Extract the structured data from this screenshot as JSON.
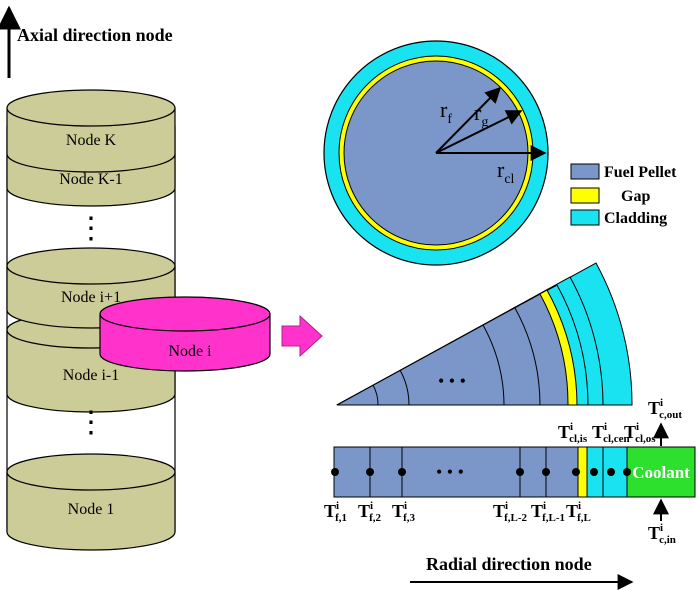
{
  "axial_title": "Axial direction node",
  "radial_title": "Radial direction node",
  "nodes": {
    "k": "Node K",
    "k_minus_1": "Node K-1",
    "i_plus_1": "Node i+1",
    "i": "Node i",
    "i_minus_1": "Node i-1",
    "n1": "Node 1"
  },
  "ellipsis": "⋮",
  "radii": {
    "r_f": "r",
    "r_f_sub": "f",
    "r_g": "r",
    "r_g_sub": "g",
    "r_cl": "r",
    "r_cl_sub": "cl"
  },
  "legend": {
    "fuel": "Fuel Pellet",
    "gap": "Gap",
    "cladding": "Cladding"
  },
  "sector_dots": "• • •",
  "strip_dots": "• • •",
  "coolant": "Coolant",
  "temps": {
    "T": "T",
    "sup": "i",
    "f1": "f,1",
    "f2": "f,2",
    "f3": "f,3",
    "fL2": "f,L-2",
    "fL1": "f,L-1",
    "fL": "f,L",
    "clis": "cl,is",
    "clcen": "cl,cen",
    "clos": "cl,os",
    "cout": "c,out",
    "cin": "c,in"
  },
  "colors": {
    "fuel": "#7b96c9",
    "gap": "#ffff00",
    "cladding": "#19e3f0",
    "coolant": "#2ee02e",
    "node_i": "#ff33cc",
    "node_disc": "#cccc99",
    "arrow": "#ff33cc"
  }
}
